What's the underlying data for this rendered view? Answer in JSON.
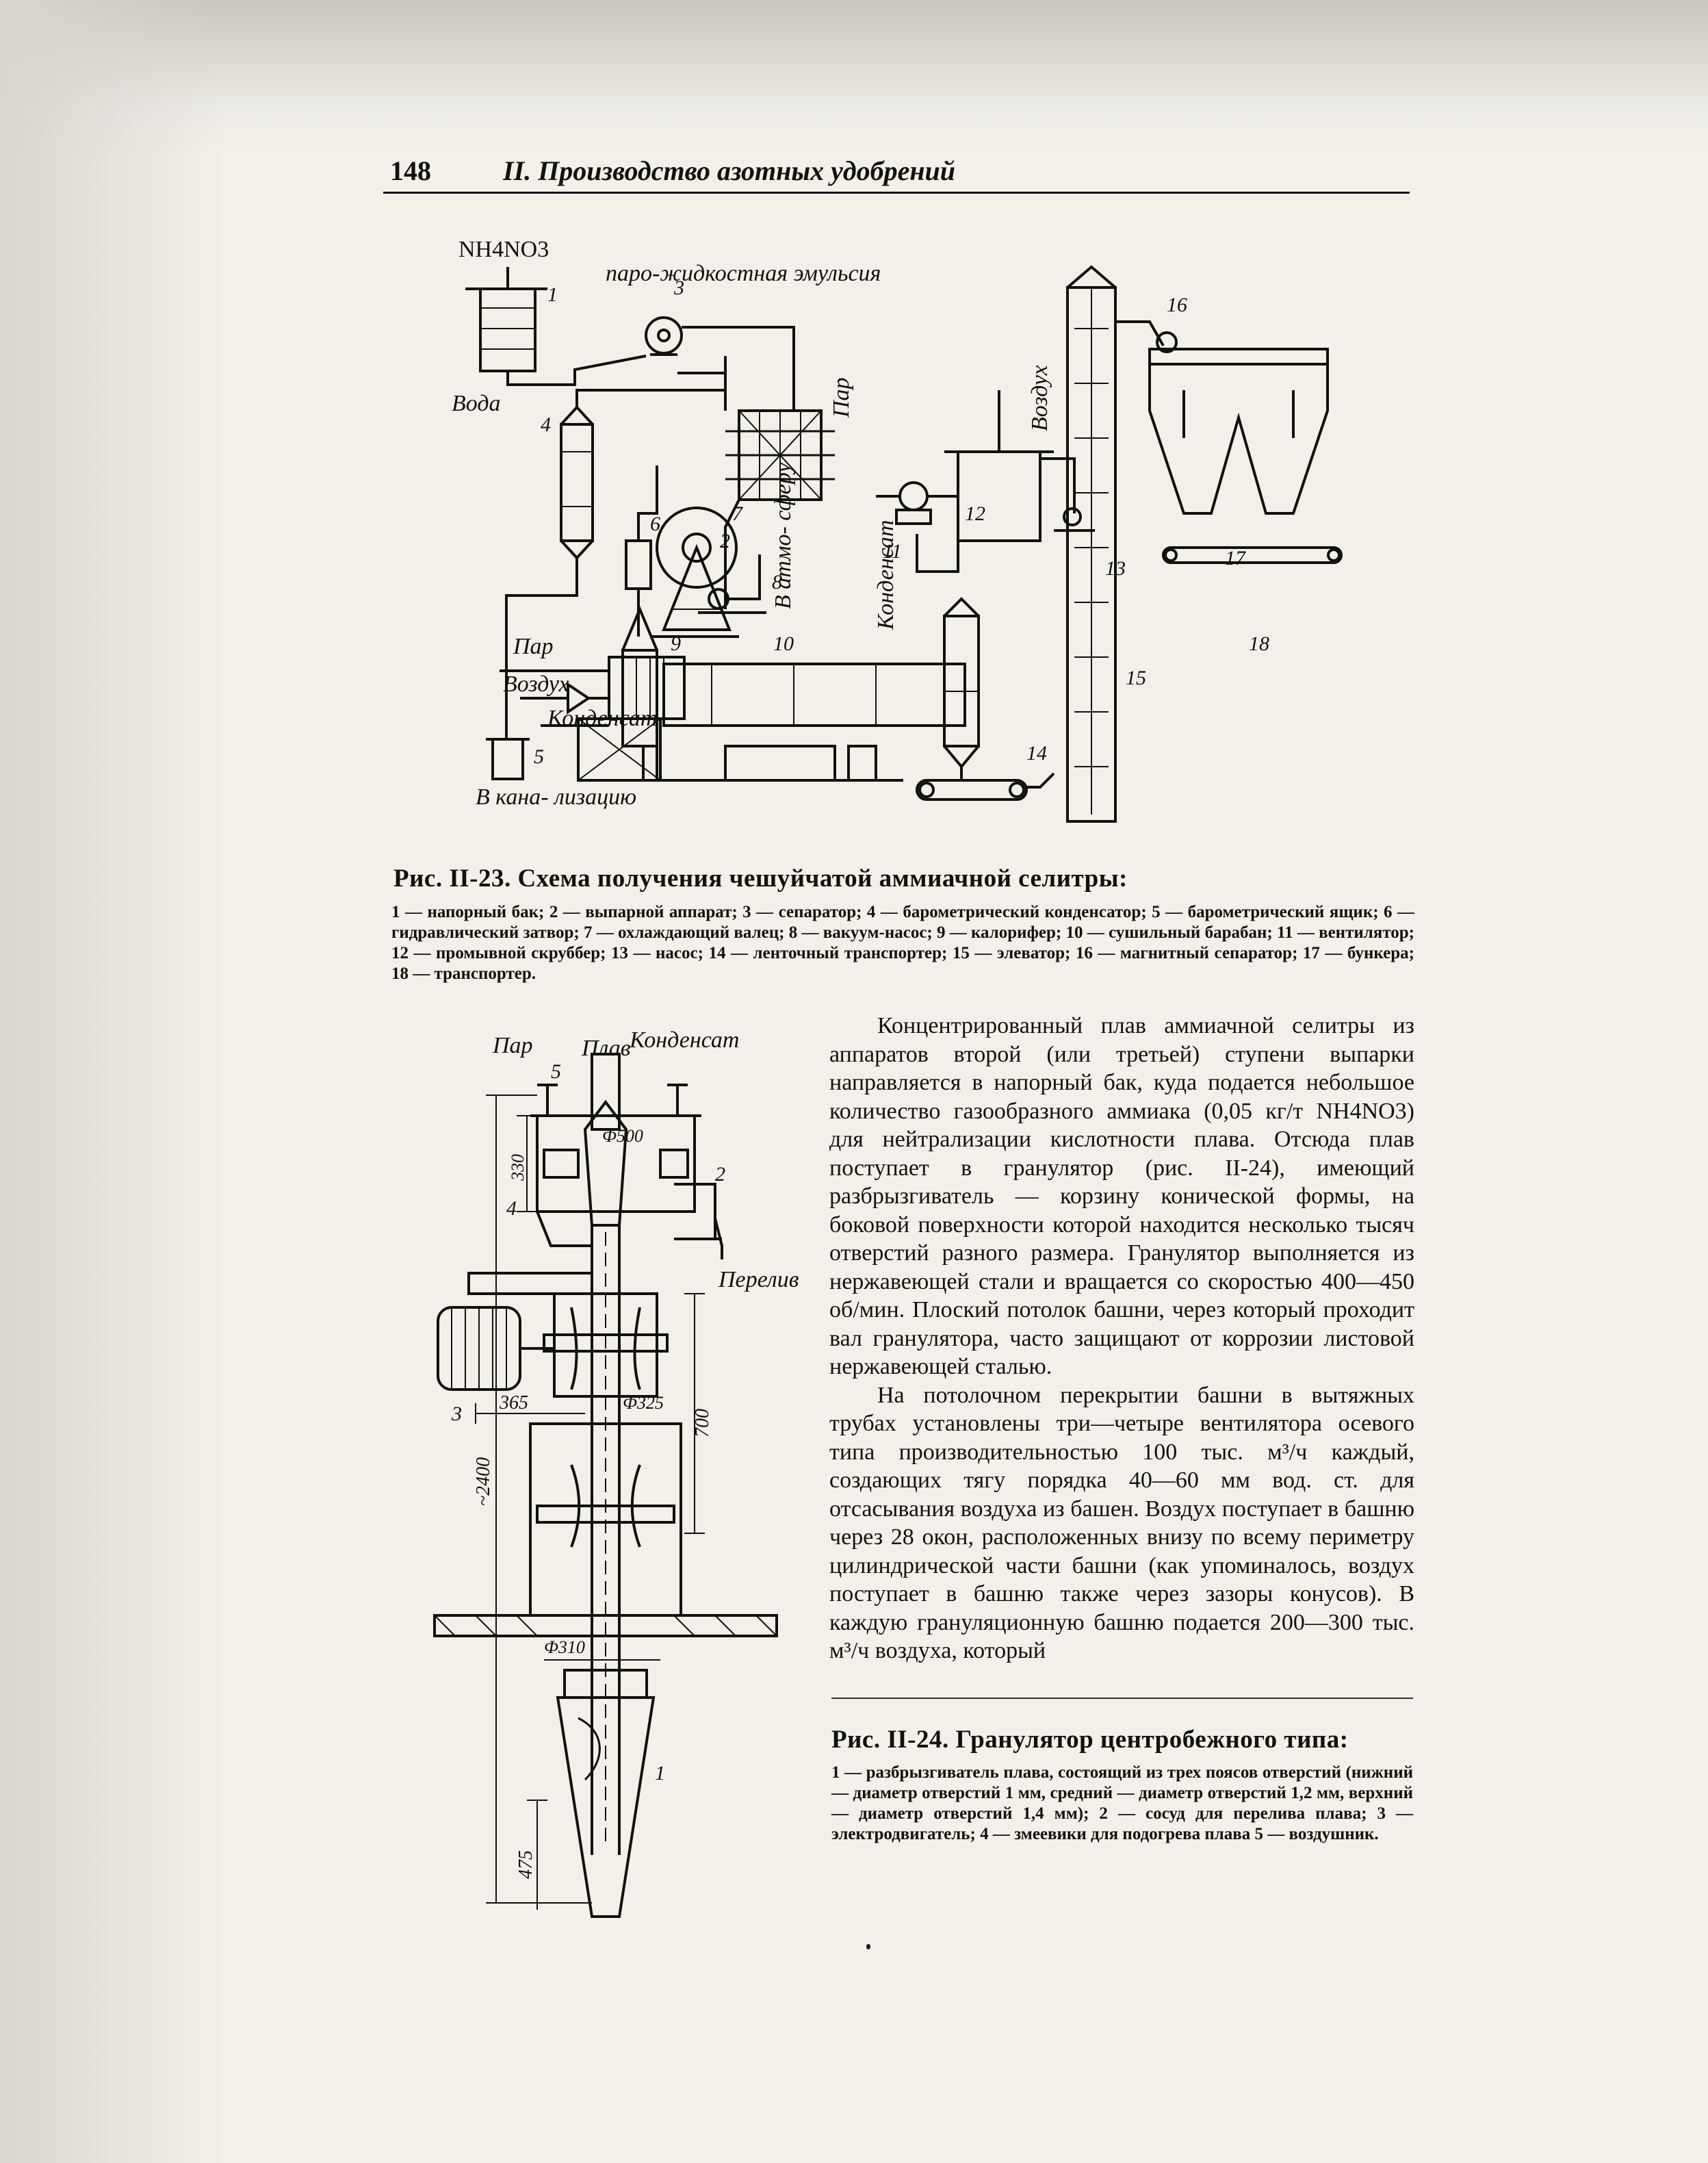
{
  "header": {
    "page_number": "148",
    "running_title": "II. Производство азотных удобрений"
  },
  "figure1": {
    "labels": {
      "nh4no3": "NH4NO3",
      "vapor_emulsion": "паро-жидкостная эмульсия",
      "water": "Вода",
      "steam_a": "Пар",
      "air_a": "Воздух",
      "to_atmosphere": "В атмо- сферу",
      "condensate_a": "Конденсат",
      "steam_b": "Пар",
      "air_b": "Воздух",
      "condensate_b": "Конденсат",
      "to_sewer": "В кана- лизацию"
    },
    "numbers": [
      "1",
      "2",
      "3",
      "4",
      "5",
      "6",
      "7",
      "8",
      "9",
      "10",
      "11",
      "12",
      "13",
      "14",
      "15",
      "16",
      "17",
      "18"
    ],
    "caption_title": "Рис. II-23. Схема получения чешуйчатой аммиачной селитры:",
    "legend": "1 — напорный бак; 2 — выпарной аппарат; 3 — сепаратор; 4 — барометрический конденсатор; 5 — барометрический ящик; 6 — гидравлический затвор; 7 — охлаждающий валец; 8 — вакуум-насос; 9 — калорифер; 10 — сушильный барабан; 11 — вентилятор; 12 — промывной скруббер; 13 — насос; 14 — ленточный транспортер; 15 — элеватор; 16 — магнитный сепаратор; 17 — бункера; 18 — транспортер."
  },
  "figure2": {
    "labels": {
      "steam": "Пар",
      "melt": "Плав",
      "condensate": "Конденсат",
      "overflow": "Перелив"
    },
    "dimensions": {
      "d500": "Ф500",
      "h330": "330",
      "d325": "Ф325",
      "w365": "365",
      "h700": "700",
      "h2400": "~2400",
      "d310": "Ф310",
      "h475": "475"
    },
    "numbers": {
      "n1": "1",
      "n2": "2",
      "n3": "3",
      "n4": "4",
      "n5": "5"
    },
    "caption_title": "Рис. II-24. Гранулятор центробежного типа:",
    "legend": "1 — разбрызгиватель плава, состоящий из трех поясов отверстий (нижний — диаметр отверстий 1 мм, средний — диаметр отверстий 1,2 мм, верхний — диаметр отверстий 1,4 мм); 2 — сосуд для перелива плава; 3 — электродвигатель; 4 — змеевики для подогрева плава 5 — воздушник."
  },
  "body": {
    "paragraph1": "Концентрированный плав аммиачной селитры из аппаратов второй (или третьей) ступени выпарки направляется в напорный бак, куда подается небольшое количество газообразного аммиака (0,05 кг/т NH4NO3) для нейтрализации кислотности плава. Отсюда плав поступает в гранулятор (рис. II-24), имеющий разбрызгиватель — корзину конической формы, на боковой поверхности которой находится несколько тысяч отверстий разного размера. Гранулятор выполняется из нержавеющей стали и вращается со скоростью 400—450 об/мин. Плоский потолок башни, через который проходит вал гранулятора, часто защищают от коррозии листовой нержавеющей сталью.",
    "paragraph2": "На потолочном перекрытии башни в вытяжных трубах установлены три—четыре вентилятора осевого типа производительностью 100 тыс. м³/ч каждый, создающих тягу порядка 40—60 мм вод. ст. для отсасывания воздуха из башен. Воздух поступает в башню через 28 окон, расположенных внизу по всему периметру цилиндрической части башни (как упоминалось, воздух поступает в башню также через зазоры конусов). В каждую грануляционную башню подается 200—300 тыс. м³/ч воздуха, который"
  }
}
